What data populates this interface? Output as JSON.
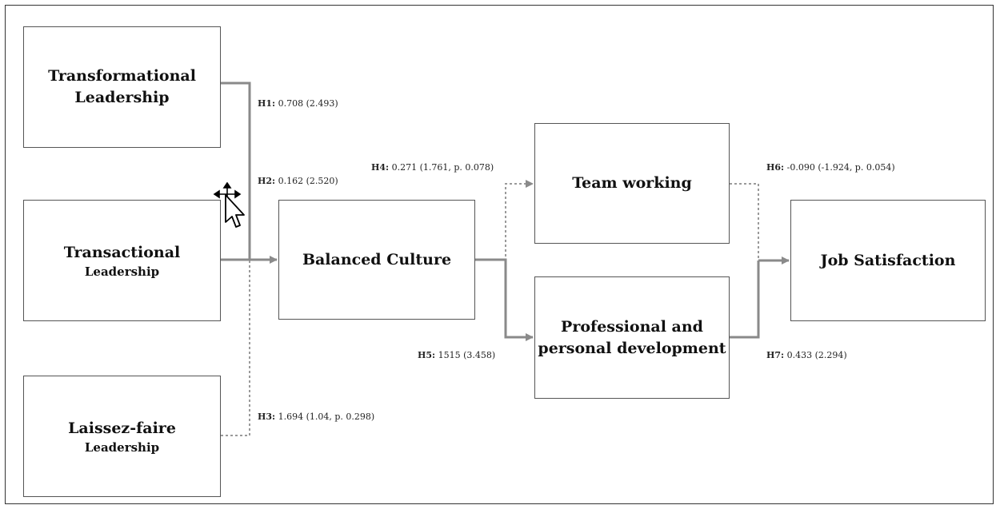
{
  "nodes": {
    "transformational": {
      "line1": "Transformational",
      "line2": "Leadership"
    },
    "transactional": {
      "line1": "Transactional",
      "line2": "Leadership"
    },
    "laissez_faire": {
      "line1": "Laissez-faire",
      "line2": "Leadership"
    },
    "balanced_culture": {
      "line1": "Balanced Culture"
    },
    "team_working": {
      "line1": "Team working"
    },
    "professional_dev": {
      "line1": "Professional and",
      "line2": "personal development"
    },
    "job_satisfaction": {
      "line1": "Job Satisfaction"
    }
  },
  "paths": {
    "h1": {
      "key": "H1:",
      "value": "0.708 (2.493)"
    },
    "h2": {
      "key": "H2:",
      "value": "0.162 (2.520)"
    },
    "h3": {
      "key": "H3:",
      "value": "1.694 (1.04, p. 0.298)"
    },
    "h4": {
      "key": "H4:",
      "value": "0.271 (1.761, p. 0.078)"
    },
    "h5": {
      "key": "H5:",
      "value": "1515 (3.458)"
    },
    "h6": {
      "key": "H6:",
      "value": "-0.090 (-1.924, p. 0.054)"
    },
    "h7": {
      "key": "H7:",
      "value": "0.433 (2.294)"
    }
  },
  "colors": {
    "solid_path": "#8a8a8a",
    "dotted_path": "#9a9a9a",
    "box_border": "#555555"
  }
}
